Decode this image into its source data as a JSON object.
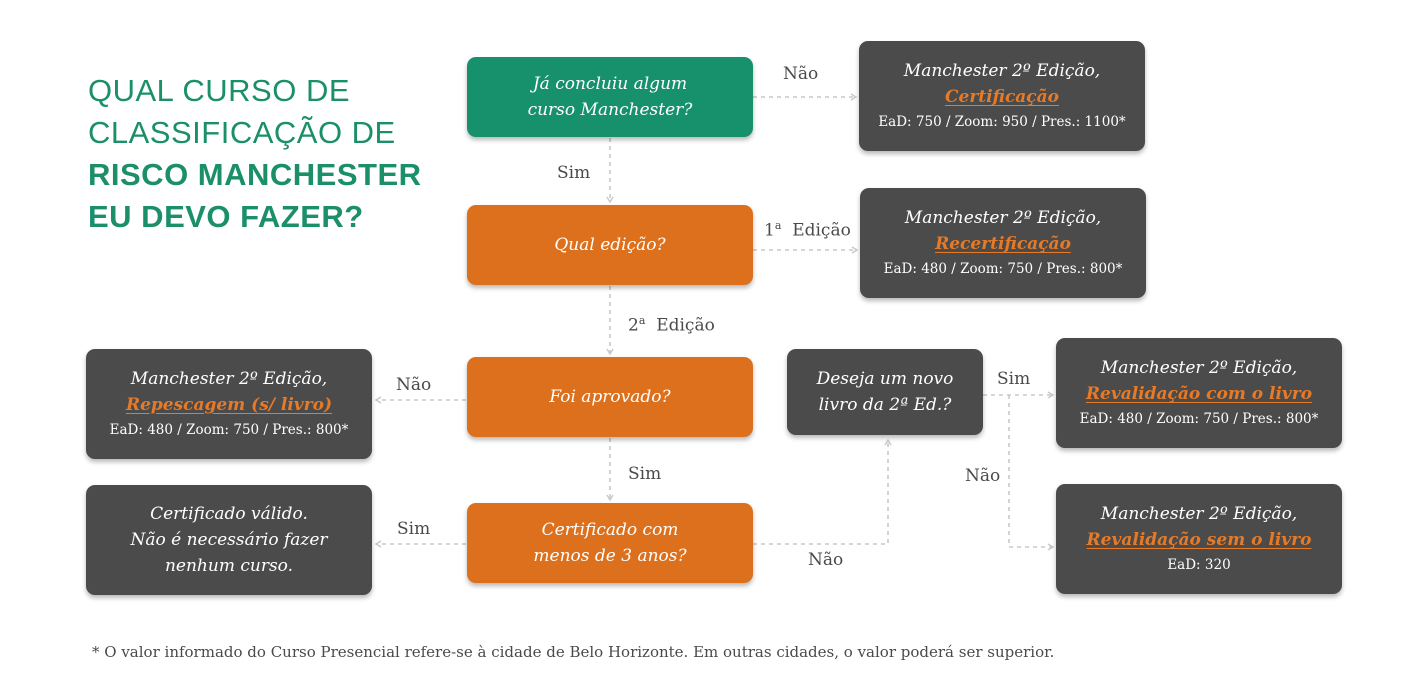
{
  "title": {
    "line1": "QUAL CURSO DE",
    "line2": "CLASSIFICAÇÃO DE",
    "line3": "RISCO MANCHESTER",
    "line4": "EU DEVO FAZER?"
  },
  "questions": {
    "q1": {
      "line1": "Já concluiu algum",
      "line2": "curso Manchester?"
    },
    "q2": {
      "line1": "Qual edição?"
    },
    "q3": {
      "line1": "Foi aprovado?"
    },
    "q4": {
      "line1": "Certificado com",
      "line2": "menos de 3 anos?"
    },
    "q5": {
      "line1": "Deseja um novo",
      "line2": "livro da 2ª Ed.?"
    }
  },
  "results": {
    "certificacao": {
      "title": "Manchester 2º Edição,",
      "accent": "Certificação",
      "prices": "EaD: 750 / Zoom: 950 / Pres.: 1100*"
    },
    "recertificacao": {
      "title": "Manchester 2º Edição,",
      "accent": "Recertificação",
      "prices": "EaD: 480 / Zoom: 750 / Pres.: 800*"
    },
    "repescagem": {
      "title": "Manchester 2º Edição,",
      "accent": "Repescagem (s/ livro)",
      "prices": "EaD: 480 / Zoom: 750 / Pres.: 800*"
    },
    "valido": {
      "line1": "Certificado válido.",
      "line2": "Não é necessário fazer",
      "line3": "nenhum curso."
    },
    "com_livro": {
      "title": "Manchester 2º Edição,",
      "accent": "Revalidação com o livro",
      "prices": "EaD: 480 / Zoom: 750 / Pres.: 800*"
    },
    "sem_livro": {
      "title": "Manchester 2º Edição,",
      "accent": "Revalidação sem o livro",
      "prices": "EaD: 320"
    }
  },
  "labels": {
    "nao_1": "Não",
    "sim_1": "Sim",
    "edicao_1_num": "1",
    "edicao_1_sup": "a",
    "edicao_1_text": "Edição",
    "edicao_2_num": "2",
    "edicao_2_sup": "a",
    "edicao_2_text": "Edição",
    "nao_2": "Não",
    "sim_2": "Sim",
    "sim_3": "Sim",
    "nao_3": "Não",
    "sim_4": "Sim",
    "nao_4": "Não"
  },
  "footnote": "* O valor informado do Curso Presencial refere-se à cidade de Belo Horizonte. Em outras cidades, o valor poderá ser superior.",
  "colors": {
    "green": "#17906c",
    "orange": "#dc701d",
    "dark": "#4b4b4b",
    "accent": "#e77a26",
    "connector": "#c8c8c8"
  }
}
